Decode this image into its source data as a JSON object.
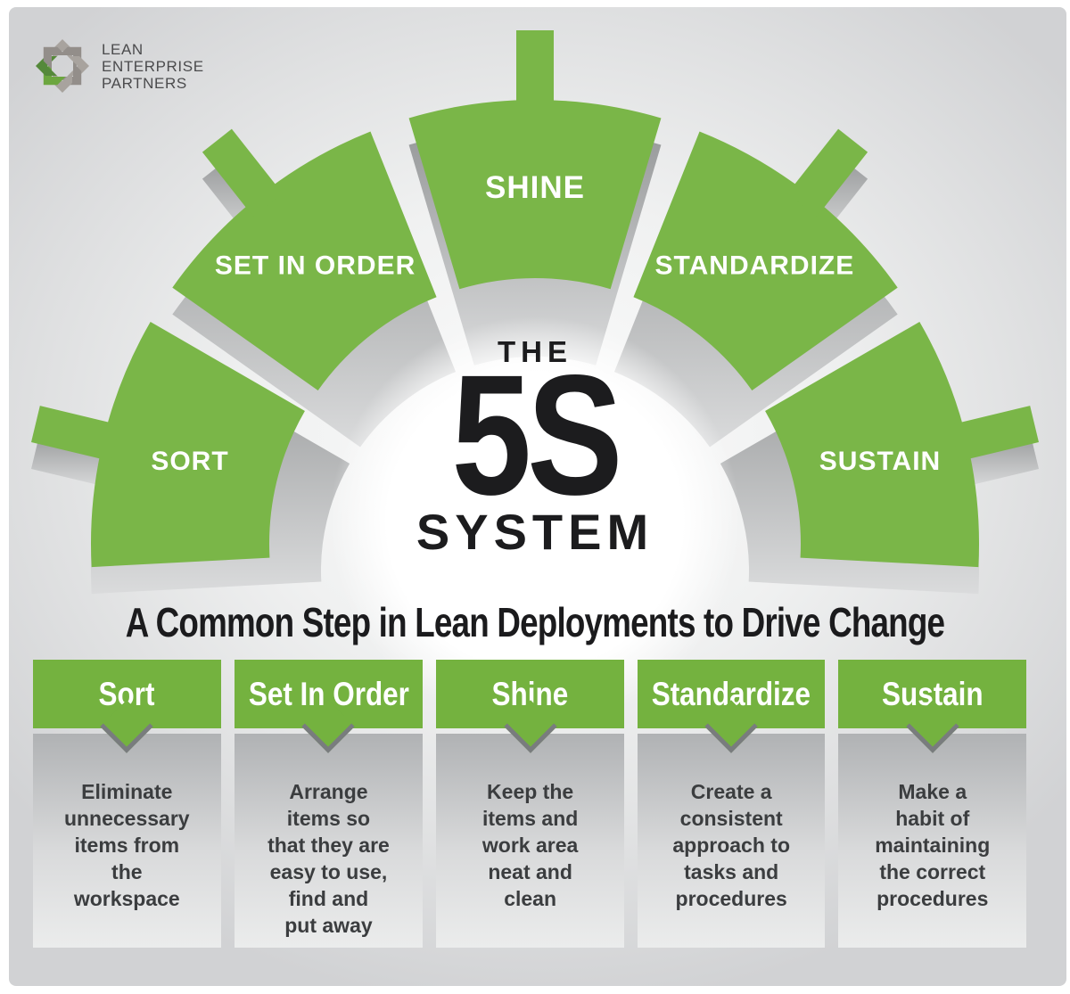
{
  "logo": {
    "icon": "pinwheel-logo-icon",
    "lines": [
      "LEAN",
      "ENTERPRISE",
      "PARTNERS"
    ]
  },
  "wheel": {
    "center_top": "THE",
    "center_main": "5S",
    "center_bottom": "SYSTEM",
    "segments": [
      {
        "label": "SORT"
      },
      {
        "label": "SET IN ORDER"
      },
      {
        "label": "SHINE"
      },
      {
        "label": "STANDARDIZE"
      },
      {
        "label": "SUSTAIN"
      }
    ]
  },
  "heading": "A Common Step in Lean Deployments to Drive Change",
  "columns": [
    {
      "title": "Sort",
      "description": "Eliminate\nunnecessary\nitems from\nthe\nworkspace"
    },
    {
      "title": "Set In Order",
      "description": "Arrange\nitems so\nthat they are\neasy to use,\nfind and\nput away"
    },
    {
      "title": "Shine",
      "description": "Keep the\nitems and\nwork area\nneat and\nclean"
    },
    {
      "title": "Standardize",
      "description": "Create a\nconsistent\napproach to\ntasks and\nprocedures"
    },
    {
      "title": "Sustain",
      "description": "Make a\nhabit of\nmaintaining\nthe correct\nprocedures"
    }
  ],
  "colors": {
    "green": "#7ab648",
    "green_header": "#74b23f",
    "shadow_gray_dark": "#969899",
    "shadow_gray_light": "#dadbdc",
    "notch_border": "#797c7e",
    "text_dark": "#3b3d3f",
    "heading_black": "#1b1b1d",
    "logo_green_dark": "#55893a",
    "logo_green_light": "#6ca63f",
    "logo_gray_light": "#a8a39e",
    "logo_gray_dark": "#938e8a"
  }
}
